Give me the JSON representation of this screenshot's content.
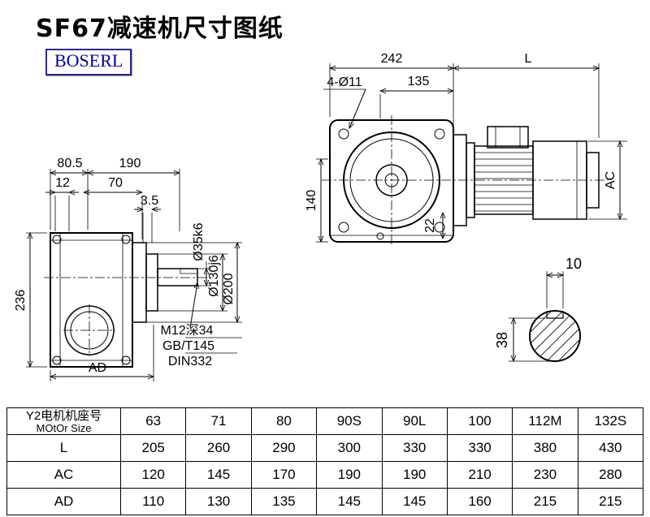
{
  "title": "SF67减速机尺寸图纸",
  "logo": {
    "text": "BOSERL"
  },
  "drawing": {
    "front": {
      "width_dim": "242",
      "motor_len_dim": "L",
      "holes_label": "4-Ø11",
      "flange_dim": "135",
      "height_dim": "140",
      "foot_dim": "22",
      "motor_dia_dim": "AC"
    },
    "side": {
      "dim_805": "80.5",
      "dim_190": "190",
      "dim_12": "12",
      "dim_70": "70",
      "dim_35": "3.5",
      "dim_236": "236",
      "dim_ad": "AD",
      "shaft_dia": "Ø35k6",
      "spigot_dia": "Ø130j6",
      "flange_dia": "Ø200",
      "tap_line1": "M12深34",
      "tap_line2": "GB/T145",
      "tap_line3": "DIN332"
    },
    "shaft_end": {
      "key_width": "10",
      "key_height": "38"
    }
  },
  "table": {
    "header": {
      "line1": "Y2电机机座号",
      "line2": "MOtOr Size"
    },
    "sizes": [
      "63",
      "71",
      "80",
      "90S",
      "90L",
      "100",
      "112M",
      "132S"
    ],
    "rows": [
      {
        "label": "L",
        "values": [
          "205",
          "260",
          "290",
          "300",
          "330",
          "330",
          "380",
          "430"
        ]
      },
      {
        "label": "AC",
        "values": [
          "120",
          "145",
          "170",
          "190",
          "190",
          "210",
          "230",
          "280"
        ]
      },
      {
        "label": "AD",
        "values": [
          "110",
          "130",
          "135",
          "145",
          "145",
          "160",
          "215",
          "215"
        ]
      }
    ]
  }
}
